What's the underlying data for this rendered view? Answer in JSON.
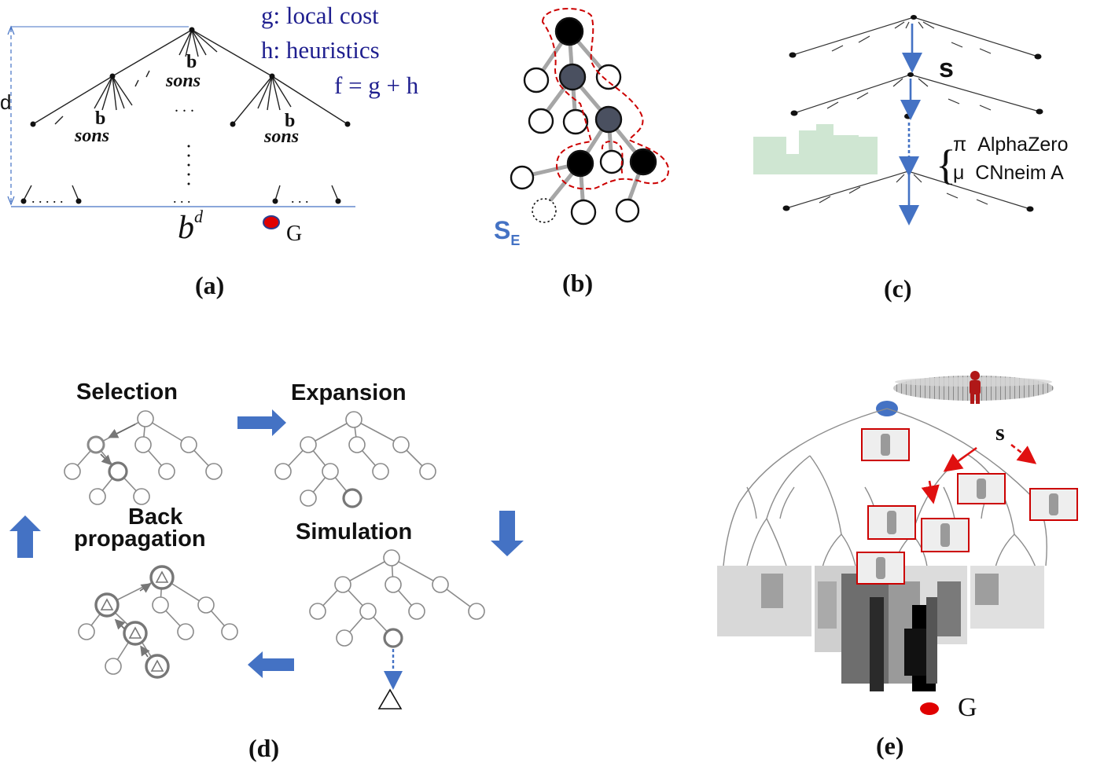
{
  "panel_a": {
    "caption": "(a)",
    "legend": [
      "g:  local cost",
      "h:  heuristics",
      "f = g + h"
    ],
    "depth_label": "d",
    "branch_letter": "b",
    "branch_word": "sons",
    "leaves_base": "b",
    "leaves_exp": "d",
    "dots_h": ". . .",
    "dots_leaf": ". . . . .",
    "dots_bottom": ". . .",
    "goal_label": "G"
  },
  "panel_b": {
    "caption": "(b)",
    "subset_base": "S",
    "subset_sub": "E"
  },
  "panel_c": {
    "caption": "(c)",
    "state_label": "s",
    "brace": "{",
    "policy_lines": [
      "π  AlphaZero",
      "μ  CNneim A"
    ]
  },
  "panel_d": {
    "caption": "(d)",
    "steps": [
      "Selection",
      "Expansion",
      "Simulation"
    ],
    "backprop_lines": [
      "Back",
      "propagation"
    ]
  },
  "panel_e": {
    "caption": "(e)",
    "state_label": "s",
    "goal_label": "G"
  },
  "colors": {
    "navy_text": "#1f1f8f",
    "arrow_blue": "#4472c4",
    "goal_red": "#e00000",
    "highlight_red": "#cc0000",
    "node_dark": "#4a5060",
    "green_block": "#cfe6d2"
  }
}
